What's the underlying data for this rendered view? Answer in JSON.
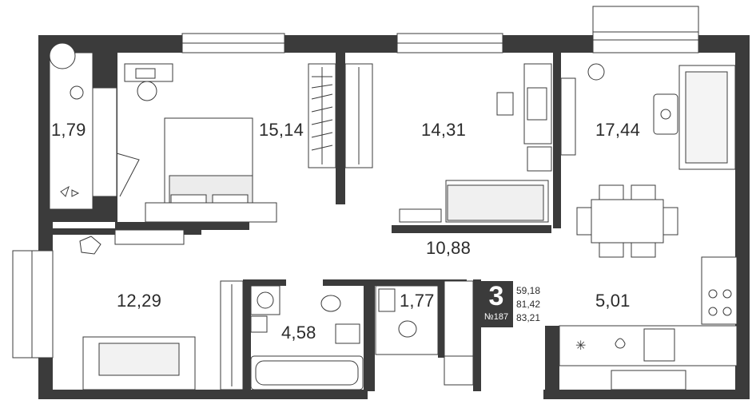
{
  "rooms": [
    {
      "key": "balcony",
      "area": "1,79"
    },
    {
      "key": "bedroom",
      "area": "15,14"
    },
    {
      "key": "kids_room",
      "area": "14,31"
    },
    {
      "key": "living",
      "area": "17,44"
    },
    {
      "key": "hall",
      "area": "10,88"
    },
    {
      "key": "room_sw",
      "area": "12,29"
    },
    {
      "key": "bathroom",
      "area": "4,58"
    },
    {
      "key": "wc",
      "area": "1,77"
    },
    {
      "key": "kitchen",
      "area": "5,01"
    }
  ],
  "badge": {
    "rooms": "3",
    "number": "№187"
  },
  "totals": [
    "59,18",
    "81,42",
    "83,21"
  ],
  "colors": {
    "wall": "#3b3b3b",
    "furniture": "#c8c8c8",
    "accent": "#9a9a9a"
  }
}
